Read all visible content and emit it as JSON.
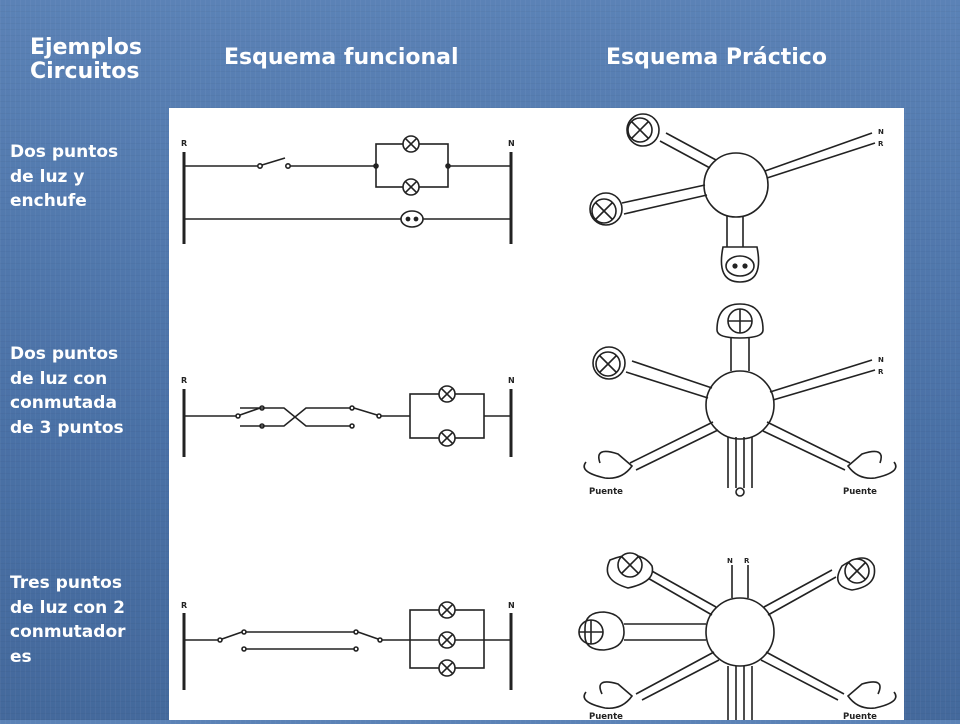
{
  "headings": {
    "examples": "Ejemplos\nCircuitos",
    "functional": "Esquema funcional",
    "practical": "Esquema Práctico"
  },
  "rows": [
    {
      "label": "Dos puntos\nde luz y\nenchufe"
    },
    {
      "label": "Dos puntos\nde luz con\nconmutada\nde 3 puntos"
    },
    {
      "label": "Tres puntos\nde luz con 2\nconmutador\nes"
    }
  ],
  "diagram_text": {
    "phase": "R",
    "neutral": "N",
    "bridge": "Puente"
  },
  "colors": {
    "background": "#4d74a8",
    "heading": "#ffffff",
    "panel": "#ffffff",
    "ink": "#222222"
  }
}
